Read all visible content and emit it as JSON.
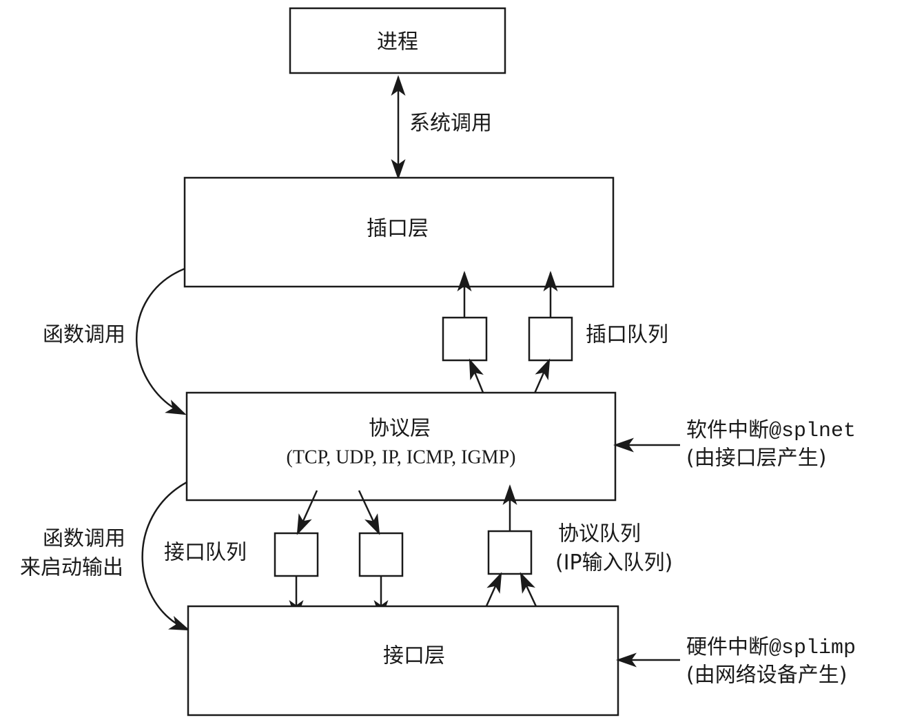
{
  "layers": {
    "process": "进程",
    "socket": "插口层",
    "protocol": "协议层",
    "protocol_sub": "(TCP, UDP, IP, ICMP, IGMP)",
    "interface": "接口层"
  },
  "labels": {
    "system_call": "系统调用",
    "function_call": "函数调用",
    "function_call_output_line1": "函数调用",
    "function_call_output_line2": "来启动输出",
    "socket_queue": "插口队列",
    "interface_queue": "接口队列",
    "protocol_queue_line1": "协议队列",
    "protocol_queue_line2": "(IP输入队列)"
  },
  "interrupts": {
    "software": {
      "prefix": "软件中断",
      "code": "@splnet",
      "source": "(由接口层产生)"
    },
    "hardware": {
      "prefix": "硬件中断",
      "code": "@splimp",
      "source": "(由网络设备产生)"
    }
  }
}
